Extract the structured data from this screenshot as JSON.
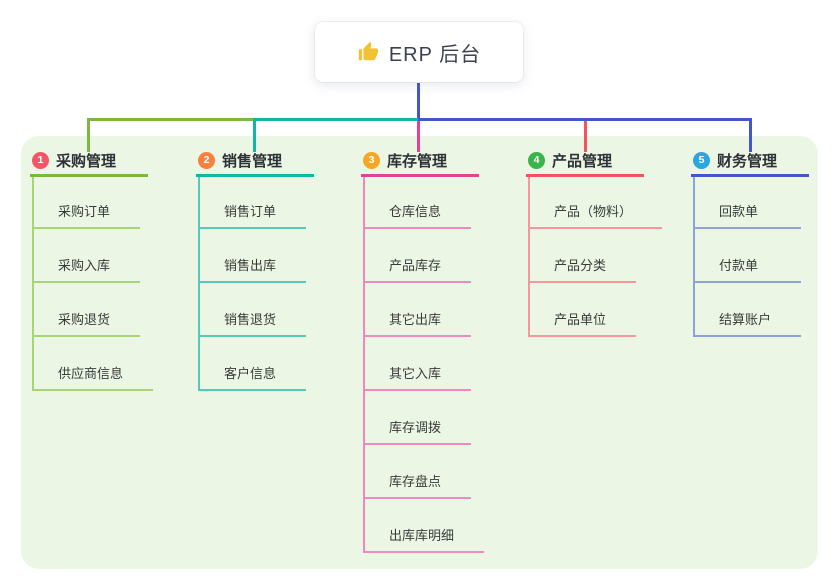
{
  "root": {
    "title": "ERP 后台",
    "icon": "thumbs-up-icon",
    "icon_color": "#f2c233"
  },
  "colors": {
    "panel_bg": "#ebf7e4",
    "root_connector": "#4457c8"
  },
  "branches": [
    {
      "badge": "1",
      "badge_color": "#f25767",
      "title": "采购管理",
      "line_color": "#7db83e",
      "child_line_color": "#a6d673",
      "children": [
        "采购订单",
        "采购入库",
        "采购退货",
        "供应商信息"
      ]
    },
    {
      "badge": "2",
      "badge_color": "#f9813f",
      "title": "销售管理",
      "line_color": "#10b7a6",
      "child_line_color": "#58c8b7",
      "children": [
        "销售订单",
        "销售出库",
        "销售退货",
        "客户信息"
      ]
    },
    {
      "badge": "3",
      "badge_color": "#f7a724",
      "title": "库存管理",
      "line_color": "#e2439a",
      "child_line_color": "#ef8ac1",
      "children": [
        "仓库信息",
        "产品库存",
        "其它出库",
        "其它入库",
        "库存调拨",
        "库存盘点",
        "出库库明细"
      ]
    },
    {
      "badge": "4",
      "badge_color": "#3bb54a",
      "title": "产品管理",
      "line_color": "#f4535e",
      "child_line_color": "#f9959b",
      "children": [
        "产品（物料）",
        "产品分类",
        "产品单位"
      ]
    },
    {
      "badge": "5",
      "badge_color": "#2aa7e0",
      "title": "财务管理",
      "line_color": "#4457c8",
      "child_line_color": "#8da2da",
      "children": [
        "回款单",
        "付款单",
        "结算账户"
      ]
    }
  ]
}
